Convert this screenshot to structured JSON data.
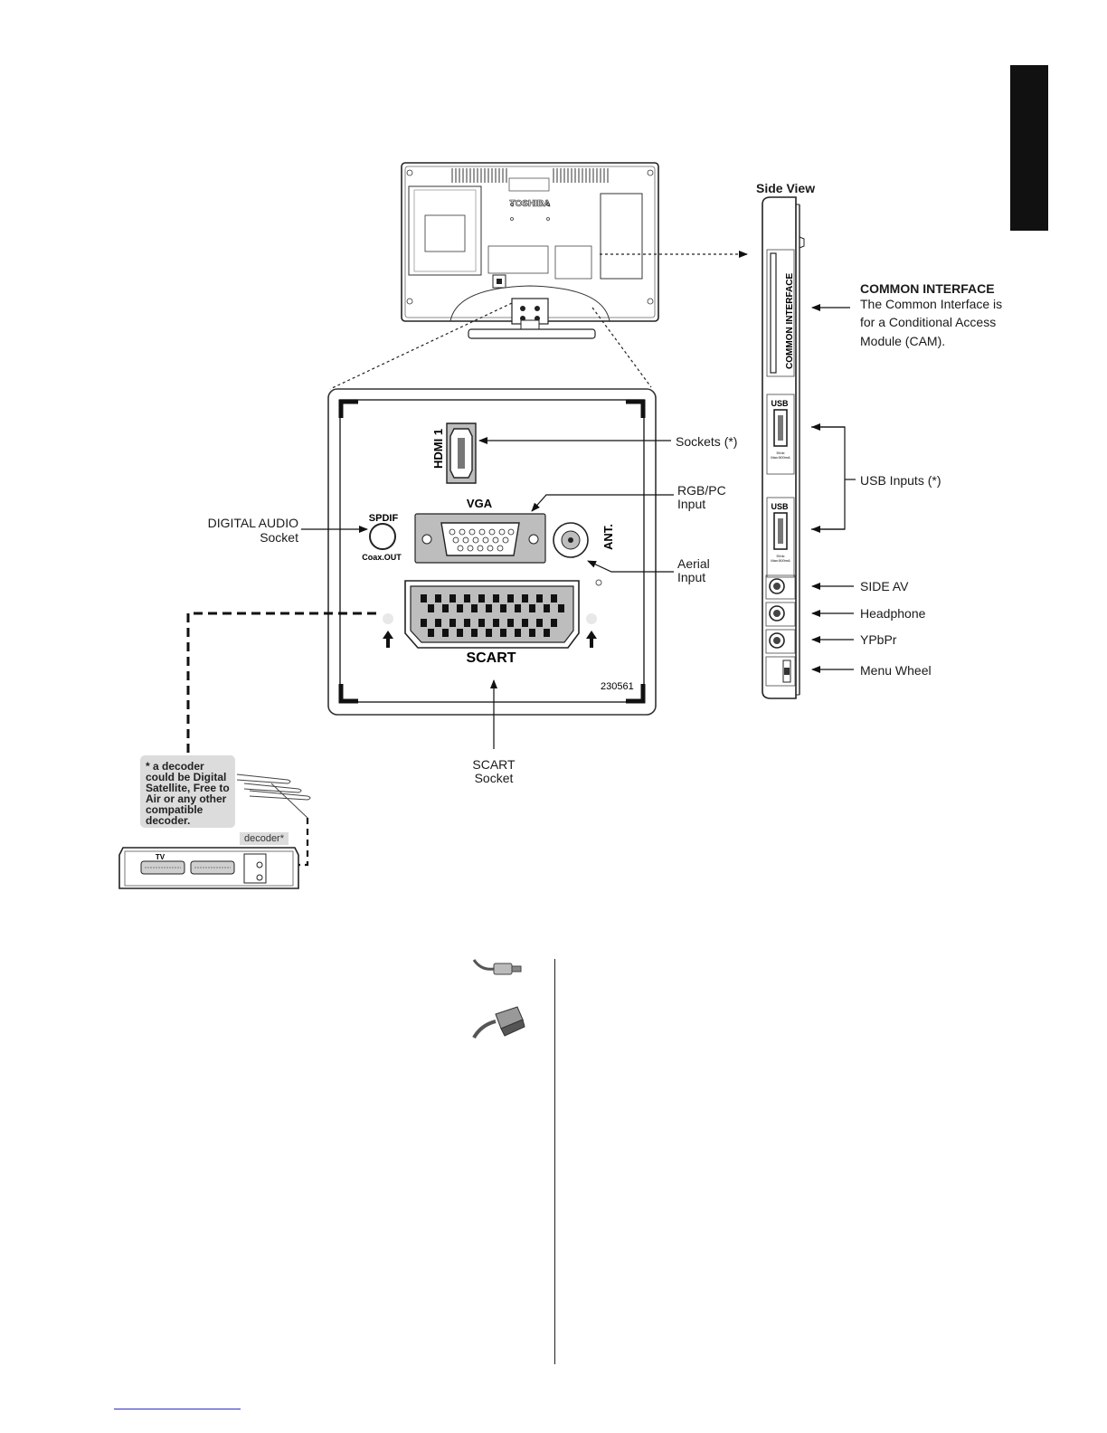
{
  "diagram": {
    "brand": "TOSHIBA",
    "side_view": "Side View",
    "common_interface": {
      "title": "COMMON INTERFACE",
      "desc_lines": [
        "The Common Interface is",
        "for a Conditional Access",
        "Module (CAM)."
      ],
      "slot_text": "COMMON INTERFACE"
    },
    "panel": {
      "hdmi": "HDMI 1",
      "vga": "VGA",
      "spdif": "SPDIF",
      "coax": "Coax.OUT",
      "ant": "ANT.",
      "scart": "SCART",
      "model": "230561"
    },
    "callouts": {
      "sockets": "Sockets (*)",
      "rgb_pc": [
        "RGB/PC",
        "Input"
      ],
      "aerial": [
        "Aerial",
        "Input"
      ],
      "digital_audio": [
        "DIGITAL AUDIO",
        "Socket"
      ],
      "scart_socket": [
        "SCART",
        "Socket"
      ],
      "usb_inputs": "USB Inputs (*)",
      "side_av": "SIDE AV",
      "headphone": "Headphone",
      "ypbpr": "YPbPr",
      "menu_wheel": "Menu Wheel"
    },
    "side_labels": {
      "usb": "USB",
      "usb_spec": [
        "5Vdc",
        "Max:500mA"
      ]
    },
    "decoder_note": "* a decoder\ncould be Digital\nSatellite, Free to\nAir or any other\ncompatible\ndecoder.",
    "decoder_label": "decoder*",
    "decoder_tv": "TV"
  }
}
